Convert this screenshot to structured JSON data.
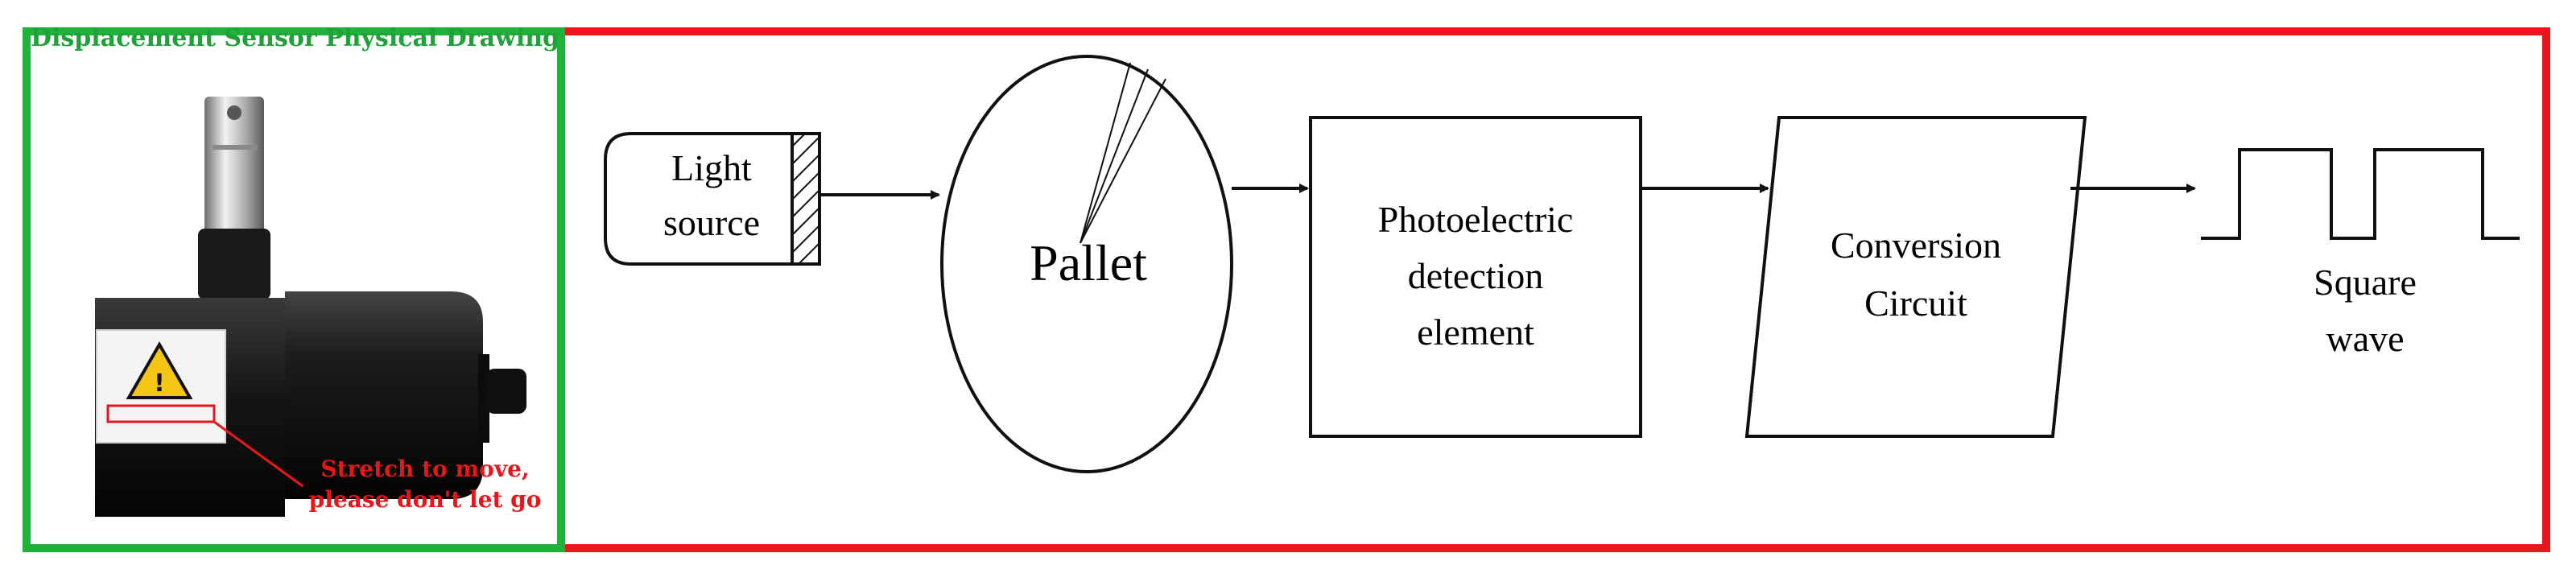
{
  "photo_panel": {
    "title": "Displacement Sensor Physical Drawing",
    "caption_lines": [
      "Stretch to move,",
      "please don't let go"
    ],
    "border_color": "#1fb33a",
    "caption_color": "#e8161b"
  },
  "flow_panel": {
    "border_color": "#e8161b",
    "light_source": [
      "Light",
      "source"
    ],
    "pallet": "Pallet",
    "detector": [
      "Photoelectric",
      "detection",
      "element"
    ],
    "conversion": [
      "Conversion",
      "Circuit"
    ],
    "output": [
      "Square",
      "wave"
    ]
  },
  "icons": [
    "warning-icon",
    "arrow-right-icon",
    "square-wave-icon"
  ]
}
